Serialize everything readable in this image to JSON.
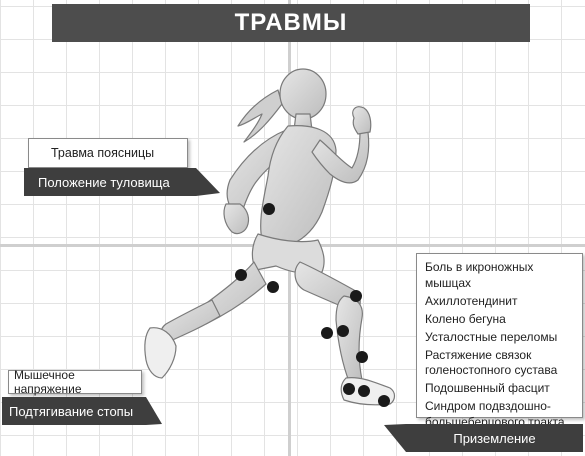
{
  "title": "ТРАВМЫ",
  "upper": {
    "injury": "Травма поясницы",
    "phase": "Положение туловища"
  },
  "lower_left": {
    "injury": "Мышечное напряжение",
    "phase": "Подтягивание стопы"
  },
  "lower_right": {
    "injuries": [
      "Боль в икроножных мышцах",
      "Ахиллотендинит",
      "Колено бегуна",
      "Усталостные переломы",
      "Растяжение связок голеностопного сустава",
      "Подошвенный фасцит",
      "Синдром подвздошно-большеберцового тракта"
    ],
    "phase": "Приземление"
  },
  "colors": {
    "banner": "#4d4d4d",
    "tab": "#3e3e3e",
    "grid": "#e3e3e3",
    "body": "#d6d6d6",
    "marker": "#1a1a1a"
  }
}
